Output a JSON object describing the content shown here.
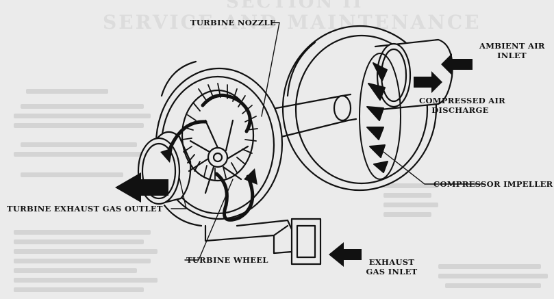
{
  "diagram": {
    "background_heading": {
      "line1": "SECTION II",
      "line2": "SERVICE AND MAINTENANCE"
    },
    "labels": {
      "turbine_nozzle": "TURBINE NOZZLE",
      "ambient_air_inlet_l1": "AMBIENT AIR",
      "ambient_air_inlet_l2": "INLET",
      "compressed_air_discharge_l1": "COMPRESSED AIR",
      "compressed_air_discharge_l2": "DISCHARGE",
      "compressor_impeller": "COMPRESSOR IMPELLER",
      "turbine_exhaust_gas_outlet": "TURBINE EXHAUST GAS OUTLET",
      "turbine_wheel": "TURBINE WHEEL",
      "exhaust_gas_inlet_l1": "EXHAUST",
      "exhaust_gas_inlet_l2": "GAS INLET"
    },
    "colors": {
      "ink": "#111111",
      "paper": "#ebebeb",
      "ghost_text": "#d4d4d4"
    }
  }
}
